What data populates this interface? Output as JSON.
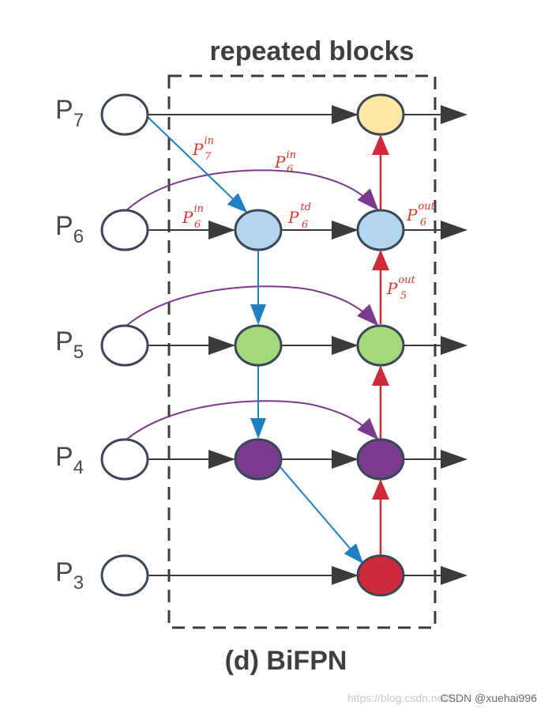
{
  "title": "repeated blocks",
  "caption": "(d) BiFPN",
  "levels": [
    {
      "name": "P",
      "sub": "7"
    },
    {
      "name": "P",
      "sub": "6"
    },
    {
      "name": "P",
      "sub": "5"
    },
    {
      "name": "P",
      "sub": "4"
    },
    {
      "name": "P",
      "sub": "3"
    }
  ],
  "annotations": {
    "p7_in": {
      "base": "P",
      "sup": "in",
      "sub": "7"
    },
    "p6_in_skip": {
      "base": "P",
      "sup": "in",
      "sub": "6"
    },
    "p6_in": {
      "base": "P",
      "sup": "in",
      "sub": "6"
    },
    "p6_td": {
      "base": "P",
      "sup": "td",
      "sub": "6"
    },
    "p6_out": {
      "base": "P",
      "sup": "out",
      "sub": "6"
    },
    "p5_out": {
      "base": "P",
      "sup": "out",
      "sub": "5"
    }
  },
  "watermark": {
    "url_text": "https://blog.csdn.net/u",
    "csdn_text": "CSDN @xuehai996"
  },
  "colors": {
    "input_node": "#ffffff",
    "p7_out": "#ffe8a3",
    "p6": "#b3d6f0",
    "p5": "#a3d97a",
    "p4": "#7a3b8c",
    "p3": "#cf2a3a",
    "top_down_edge": "#1e7fc2",
    "bottom_up_edge": "#cf2a3a",
    "skip_edge": "#7a3b8c",
    "lateral_edge": "#3b3b3b",
    "annotation": "#d9372b",
    "dashed_box": "#3b3b3b"
  }
}
